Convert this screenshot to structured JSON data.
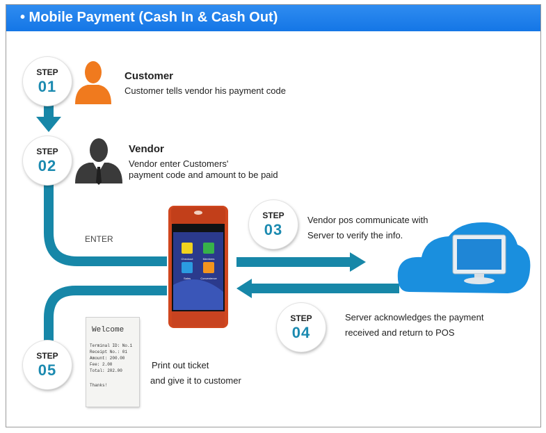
{
  "header": {
    "title": "• Mobile Payment (Cash In & Cash Out)"
  },
  "steps": [
    {
      "label": "STEP",
      "number": "01"
    },
    {
      "label": "STEP",
      "number": "02"
    },
    {
      "label": "STEP",
      "number": "03"
    },
    {
      "label": "STEP",
      "number": "04"
    },
    {
      "label": "STEP",
      "number": "05"
    }
  ],
  "customer": {
    "title": "Customer",
    "desc": "Customer tells vendor  his payment code"
  },
  "vendor": {
    "title": "Vendor",
    "desc_line1": "Vendor enter Customers'",
    "desc_line2": "payment code and amount to be paid"
  },
  "enter_label": "ENTER",
  "step3_text": {
    "line1": "Vendor pos communicate with",
    "line2": "Server to verify the info."
  },
  "step4_text": {
    "line1": "Server acknowledges the payment",
    "line2": "received and return to POS"
  },
  "step5_text": {
    "line1": "Print out ticket",
    "line2": "and give it to customer"
  },
  "pos_apps": [
    "Checkout",
    "Members",
    "Sales",
    "Convenience"
  ],
  "receipt": {
    "title": "Welcome",
    "lines": [
      "Terminal ID: No.1",
      "Receipt No.: 01",
      "Amount: 200.00",
      "Fee: 2.00",
      "Total: 202.00",
      "Thanks!"
    ]
  },
  "colors": {
    "header": "#1f82ec",
    "flow": "#1787a8",
    "customer_icon": "#f07a1e",
    "cloud": "#1a8fde"
  }
}
